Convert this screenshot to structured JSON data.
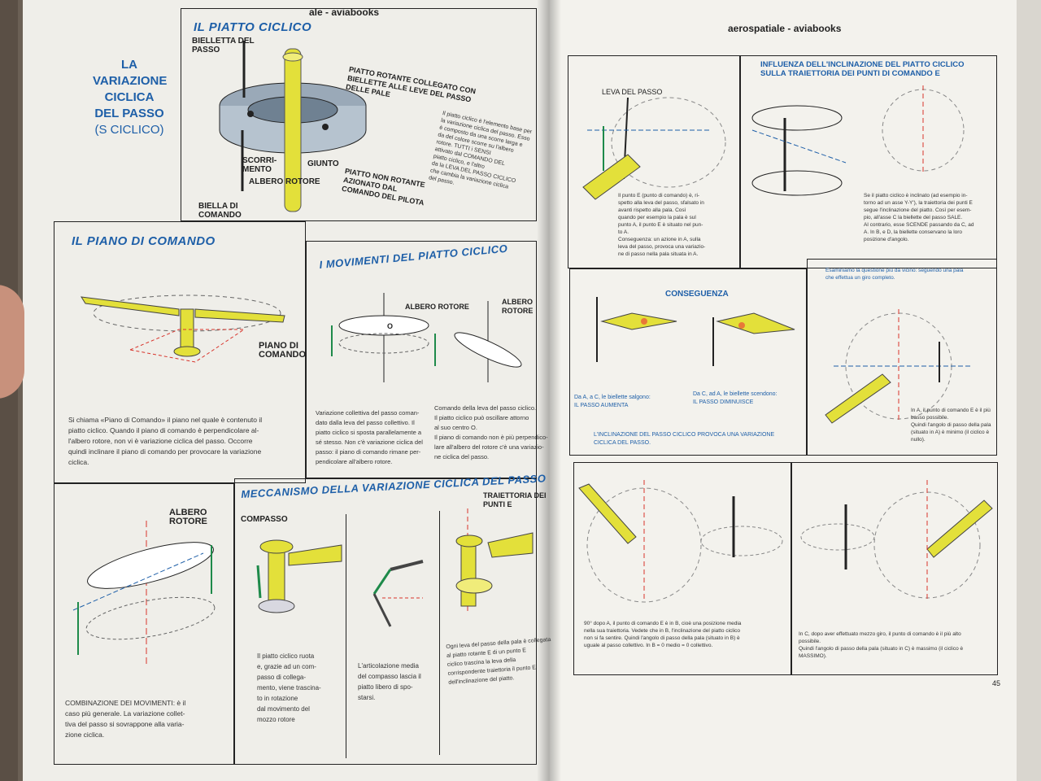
{
  "colors": {
    "accent_blue": "#1e5fa8",
    "diagram_yellow": "#e3e03a",
    "diagram_green": "#1e8a4a",
    "axis_red": "#d8342c"
  },
  "header": {
    "left_running": "ale - aviabooks",
    "right_running": "aerospatiale - aviabooks",
    "page_number": "45"
  },
  "left": {
    "main_title": [
      "LA",
      "VARIAZIONE",
      "CICLICA",
      "DEL PASSO",
      "(S CICLICO)"
    ],
    "piatto": {
      "title": "IL PIATTO CICLICO",
      "labels": {
        "biella_passo": "BIELLETTA DEL\nPASSO",
        "rotante": "PIATTO ROTANTE COLLEGATO CON\nBIELLETTE ALLE LEVE DEL PASSO\nDELLE PALE",
        "scorrimento": "SCORRI-\nMENTO",
        "giunto": "GIUNTO",
        "albero": "ALBERO ROTORE",
        "non_rotante": "PIATTO NON ROTANTE\nAZIONATO DAL\nCOMANDO DEL PILOTA",
        "biella_comando": "BIELLA DI\nCOMANDO"
      },
      "caption": "Il piatto ciclico è l'elemento base per\nla variazione ciclica del passo. Esso\nè composto da una scorre larga e\nda del colore scorre su l'albero\nrotore. TUTTI i SENSI\nattivato dal COMANDO DEL\npiatto ciclico, e l'altro\nda la LEVA DEL PASSO CICLICO\nche cambia la variazione ciclica\ndel passo."
    },
    "piano": {
      "title": "IL PIANO DI COMANDO",
      "label": "PIANO DI\nCOMANDO",
      "caption": "Si chiama «Piano di Comando» il piano nel quale è contenuto il\npiatto ciclico. Quando il piano di comando è perpendicolare al-\nl'albero rotore, non vi è variazione ciclica del passo. Occorre\nquindi inclinare il piano di comando per provocare la variazione\nciclica."
    },
    "movimenti": {
      "title": "I MOVIMENTI DEL PIATTO CICLICO",
      "label_albero": "ALBERO ROTORE",
      "label_albero2": "ALBERO\nROTORE",
      "point_o": "O",
      "caption1": "Variazione collettiva del passo coman-\ndato dalla leva del passo collettivo. Il\npiatto ciclico si sposta parallelamente a\nsé stesso. Non c'è variazione ciclica del\npasso: il piano di comando rimane per-\npendicolare all'albero rotore.",
      "caption2": "Comando della leva del passo ciclico.\nIl piatto ciclico può oscillare attorno\nal suo centro O.\nIl piano di comando non è più perpendico-\nlare all'albero del rotore c'è una variazio-\nne ciclica del passo."
    },
    "combinazione": {
      "label": "ALBERO\nROTORE",
      "caption": "COMBINAZIONE DEI MOVIMENTI: è il\ncaso più generale. La variazione collet-\ntiva del passo si sovrappone alla varia-\nzione ciclica."
    },
    "meccanismo": {
      "title": "MECCANISMO DELLA VARIAZIONE CICLICA DEL PASSO",
      "label_compasso": "COMPASSO",
      "label_traiettoria": "TRAIETTORIA DEI\nPUNTI E",
      "caption1": "Il piatto ciclico ruota\ne, grazie ad un com-\npasso di collega-\nmento, viene trascina-\nto in rotazione\ndal movimento del\nmozzo rotore",
      "caption2": "L'articolazione media\ndel compasso lascia il\npiatto libero di spo-\nstarsi.",
      "caption3": "Ogni leva del passo della pala è collegata\nal piatto rotante E di un punto E\nciclico trascina la leva della\ncorrispondente traiettoria il punto E\ndell'inclinazione del piatto."
    }
  },
  "right": {
    "influenza": {
      "title": "INFLUENZA DELL'INCLINAZIONE DEL PIATTO CICLICO\nSULLA TRAIETTORIA DEI PUNTI DI COMANDO E",
      "leva": "LEVA DEL PASSO",
      "caption1": "Il punto E (punto di comando) è, ri-\nspetto alla leva del passo, sfalsato in\navanti rispetto alla pala. Così\nquando per esempio la pala è sul\npunto A, il punto E è situato nel pun-\nto A.\nConseguenza: un azione in A, sulla\nleva del passo, provoca una variazio-\nne di passo nella pala situata in A.",
      "caption2": "Se il piatto ciclico è inclinato (ad esempio in-\ntorno ad un asse Y-Y'), la traiettoria dei punti E\nsegue l'inclinazione del piatto. Così per esem-\npio, all'asse C la biellette del passo SALE.\nAl contrario, esse SCENDE passando da C, ad\nA. In B, e D, la biellette conservano la loro\nposizione d'angolo."
    },
    "conseguenza": {
      "title": "CONSEGUENZA",
      "left_note": "Da A, a C, le biellette salgono:\nIL PASSO AUMENTA",
      "right_note": "Da C, ad A, le biellette scendono:\nIL PASSO DIMINUISCE",
      "footer": "L'INCLINAZIONE DEL PASSO CICLICO PROVOCA UNA VARIAZIONE\nCICLICA DEL PASSO."
    },
    "esaminiamo": {
      "caption_top": "Esaminiamo la questione più da vicino: seguendo una pala\nche effettua un giro completo.",
      "caption_bottom": "In A, il punto di comando E è il più\nbasso possibile.\nQuindi l'angolo di passo della pala\n(situato in A) è minimo (il ciclico è\nnullo)."
    },
    "bottom": {
      "caption_left": "90° dopo A, il punto di comando E è in B, cioè una posizione media\nnella sua traiettoria. Vedete che in B, l'inclinazione del piatto ciclico\nnon si fa sentire. Quindi l'angolo di passo della pala (situato in B) è\nuguale al passo collettivo. In B = 0 medio = 0 collettivo.",
      "caption_right": "In C, dopo aver effettuato mezzo giro, il punto di comando è il più alto\npossibile.\nQuindi l'angolo di passo della pala (situato in C) è massimo (il ciclico è\nMASSIMO)."
    }
  }
}
